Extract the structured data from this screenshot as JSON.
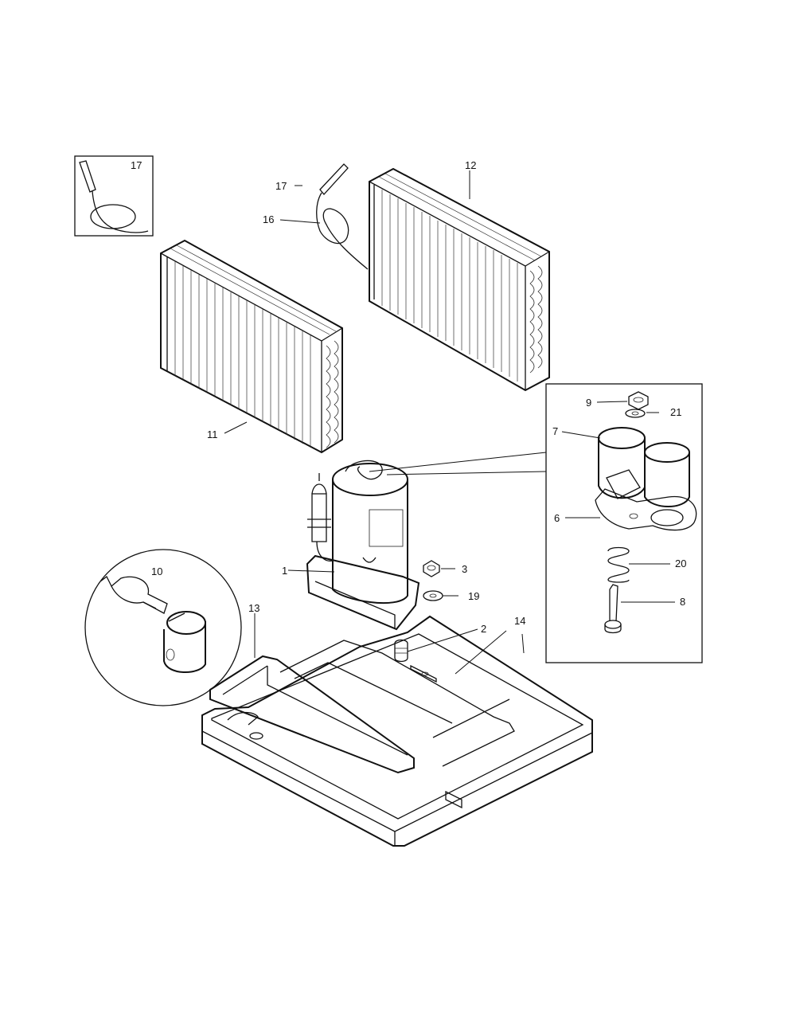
{
  "callouts": {
    "c1": "1",
    "c2": "2",
    "c3": "3",
    "c6": "6",
    "c7": "7",
    "c8": "8",
    "c9": "9",
    "c10": "10",
    "c11": "11",
    "c12": "12",
    "c13": "13",
    "c14": "14",
    "c16": "16",
    "c17_inset": "17",
    "c17": "17",
    "c19": "19",
    "c20": "20",
    "c21": "21"
  }
}
